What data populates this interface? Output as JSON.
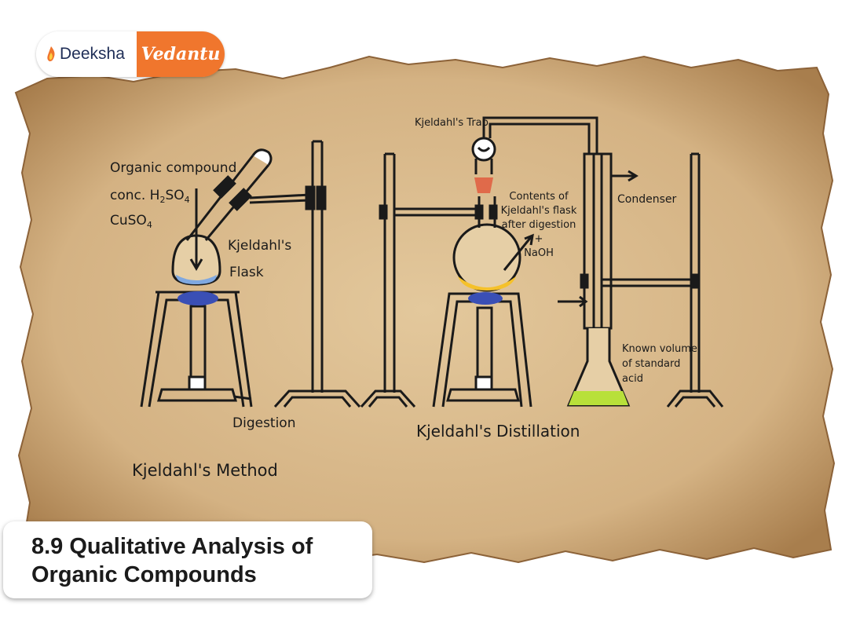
{
  "brand": {
    "left_text": "Deeksha",
    "right_text": "Vedantu",
    "orange": "#f0762d",
    "navy": "#1f2e57"
  },
  "labels": {
    "organic_compound": "Organic compound",
    "conc": "conc. H",
    "conc_sub2": "2",
    "conc_so": "SO",
    "conc_sub4": "4",
    "cuso": "CuSO",
    "cuso_sub4": "4",
    "kjeldahls": "Kjeldahl's",
    "flask": "Flask",
    "digestion": "Digestion",
    "method": "Kjeldahl's Method",
    "trap": "Kjeldahl's Trap",
    "contents_1": "Contents of",
    "contents_2": "Kjeldahl's flask",
    "contents_3": "after digestion",
    "contents_4": "+",
    "contents_5": "NaOH",
    "condenser": "Condenser",
    "known_1": "Known volume",
    "known_2": "of standard",
    "known_3": "acid",
    "distillation": "Kjeldahl's Distillation"
  },
  "caption": {
    "line1": "8.9 Qualitative Analysis of",
    "line2": "Organic Compounds"
  },
  "colors": {
    "paper": "#dcbf92",
    "paper_edge": "#a97d4c",
    "liquid_blue": "#7fa8e0",
    "liquid_yellow": "#f5c12a",
    "liquid_green": "#b8e03a",
    "trap_red": "#e06a4a",
    "flame_blue": "#3a4fb5"
  }
}
